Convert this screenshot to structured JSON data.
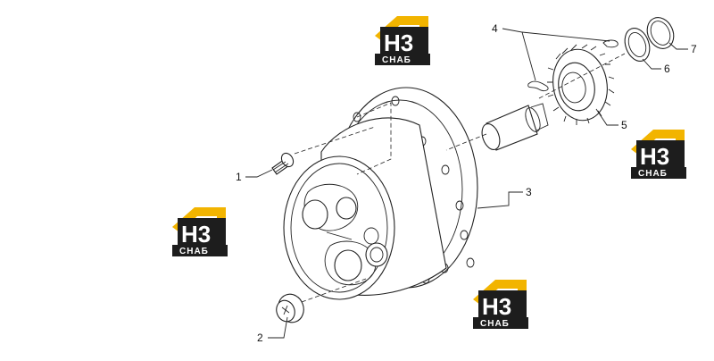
{
  "callouts": [
    {
      "id": "1",
      "label": "1"
    },
    {
      "id": "2",
      "label": "2"
    },
    {
      "id": "3",
      "label": "3"
    },
    {
      "id": "4",
      "label": "4"
    },
    {
      "id": "5",
      "label": "5"
    },
    {
      "id": "6",
      "label": "6"
    },
    {
      "id": "7",
      "label": "7"
    }
  ],
  "watermark": {
    "main": "H3",
    "sub": "CHAБ",
    "colors": {
      "roof": "#f2b400",
      "body": "#1d1d1d",
      "text": "#ffffff"
    }
  }
}
